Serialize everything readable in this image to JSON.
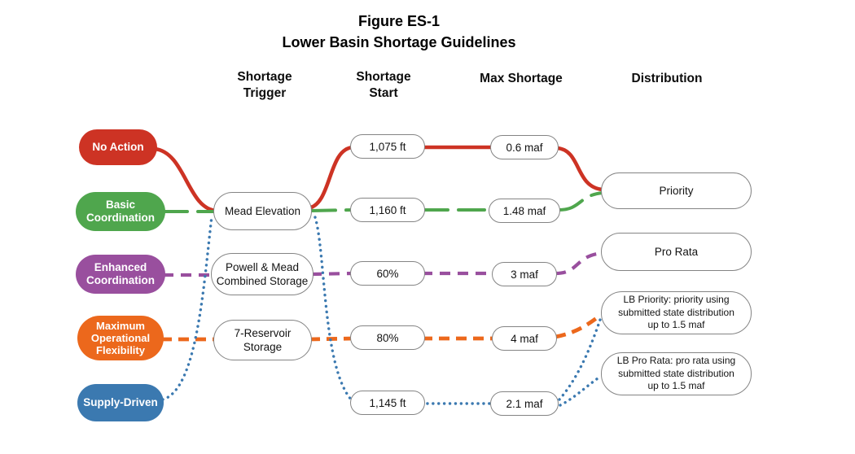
{
  "title": {
    "line1": "Figure ES-1",
    "line2": "Lower Basin Shortage Guidelines"
  },
  "headers": {
    "shortage_trigger": "Shortage\nTrigger",
    "shortage_start": "Shortage\nStart",
    "max_shortage": "Max Shortage",
    "distribution": "Distribution"
  },
  "flows": {
    "no_action": {
      "label": "No Action",
      "color": "#cd3324",
      "line_style": "solid",
      "trigger": "Mead Elevation",
      "shortage_start": "1,075 ft",
      "max_shortage": "0.6 maf",
      "distribution": "Priority"
    },
    "basic_coordination": {
      "label": "Basic\nCoordination",
      "color": "#4fa64d",
      "line_style": "solid",
      "trigger": "Mead Elevation",
      "shortage_start": "1,160 ft",
      "max_shortage": "1.48 maf",
      "distribution": "Priority"
    },
    "enhanced_coordination": {
      "label": "Enhanced\nCoordination",
      "color": "#994f9e",
      "line_style": "dashed",
      "trigger": "Powell & Mead Combined Storage",
      "shortage_start": "60%",
      "max_shortage": "3 maf",
      "distribution": "Pro Rata"
    },
    "maximum_operational_flexibility": {
      "label": "Maximum\nOperational\nFlexibility",
      "color": "#ec681c",
      "line_style": "dashed",
      "trigger": "7-Reservoir Storage",
      "shortage_start": "80%",
      "max_shortage": "4 maf",
      "distribution": "LB Priority"
    },
    "supply_driven": {
      "label": "Supply-Driven",
      "color": "#3b79b0",
      "line_style": "dotted",
      "trigger": "Mead Elevation",
      "shortage_start": "1,145 ft",
      "max_shortage": "2.1 maf",
      "distribution": "LB Priority and LB Pro Rata"
    }
  },
  "triggers": {
    "mead_elevation": "Mead Elevation",
    "powell_mead": "Powell & Mead\nCombined Storage",
    "seven_reservoir": "7-Reservoir\nStorage"
  },
  "distributions": {
    "priority": "Priority",
    "pro_rata": "Pro Rata",
    "lb_priority": "LB Priority: priority using\nsubmitted state distribution\nup to 1.5 maf",
    "lb_pro_rata": "LB Pro Rata: pro rata using\nsubmitted state distribution\nup to 1.5 maf"
  }
}
